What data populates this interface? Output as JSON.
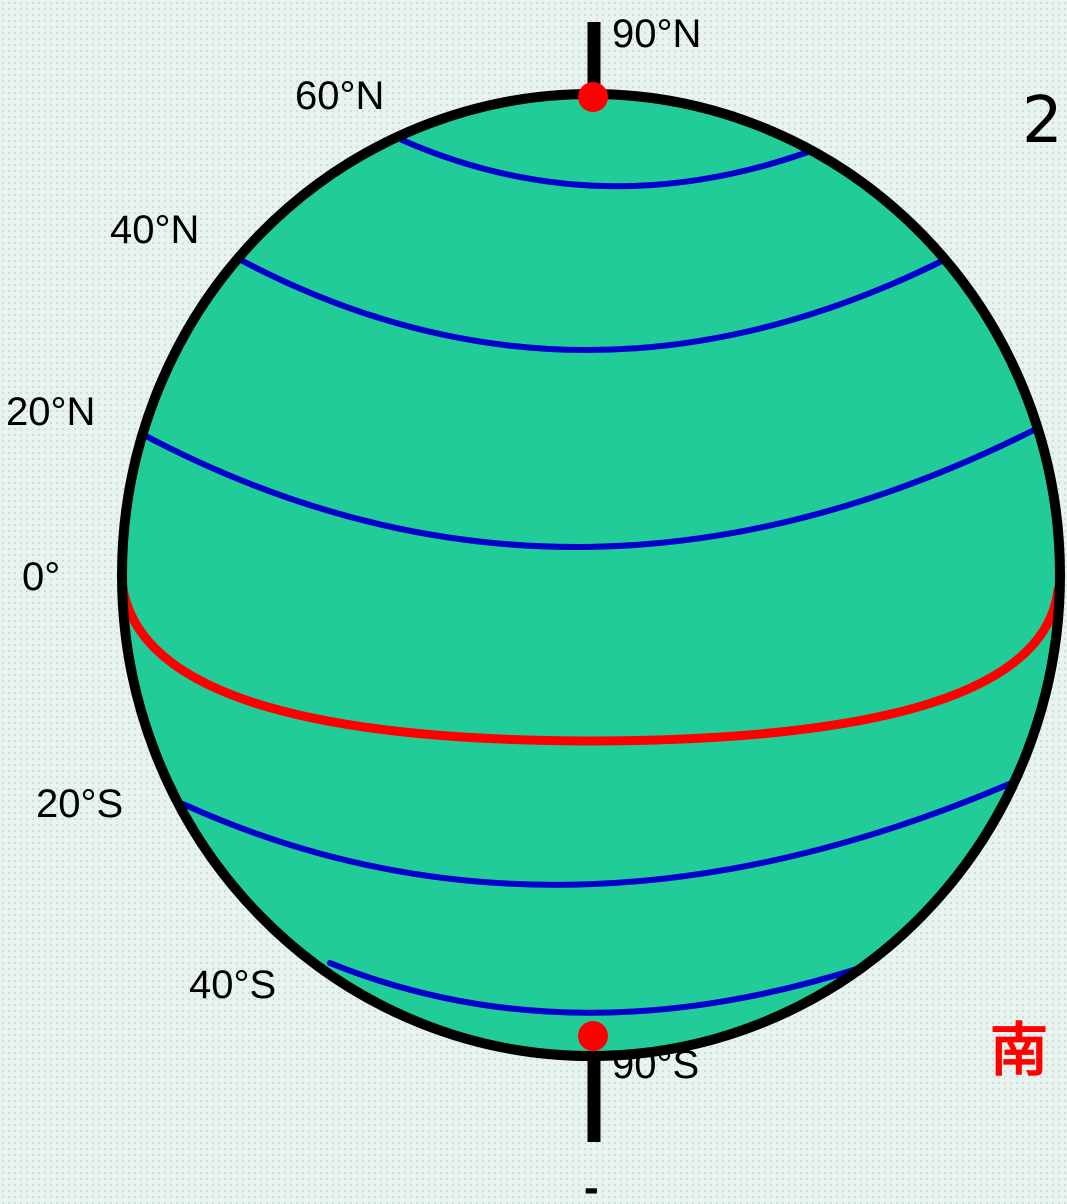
{
  "colors": {
    "globe_fill": "#22cc99",
    "globe_outline": "#000000",
    "latitude_line": "#0000cc",
    "equator": "#ff0000",
    "pole_marker": "#ff0000",
    "axis": "#000000",
    "label_text": "#000000",
    "edge_text_top": "#000000",
    "edge_text_bottom": "#ff0000"
  },
  "labels": {
    "north_pole": "90°N",
    "lat_60n": "60°N",
    "lat_40n": "40°N",
    "lat_20n": "20°N",
    "equator": "0°",
    "lat_20s": "20°S",
    "lat_40s": "40°S",
    "south_pole": "90°S"
  },
  "edge_text": {
    "top_right": "2",
    "bottom_right": "南"
  },
  "bottom_glyph": "-"
}
